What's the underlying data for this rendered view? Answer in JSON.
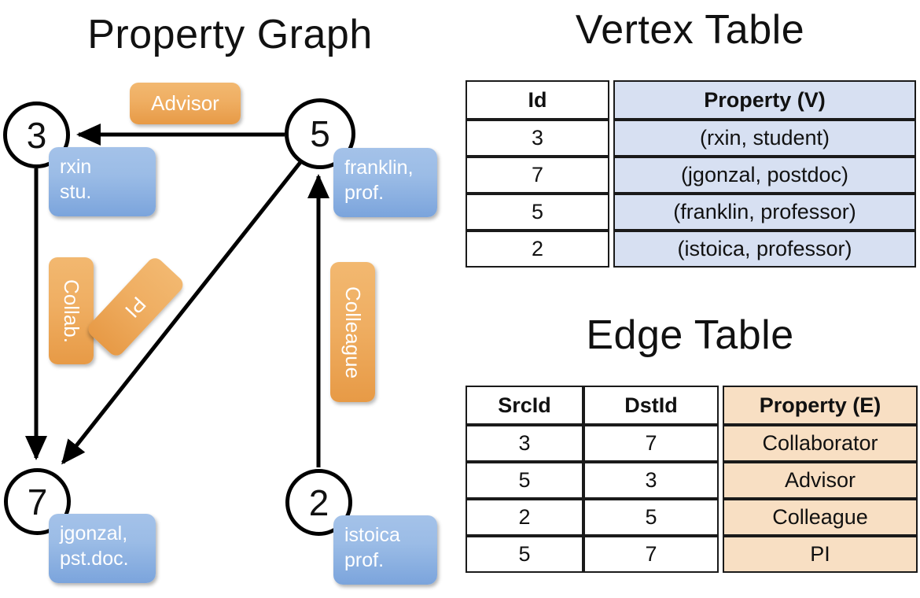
{
  "titles": {
    "property_graph": "Property Graph",
    "vertex_table": "Vertex Table",
    "edge_table": "Edge Table"
  },
  "graph": {
    "nodes": [
      {
        "id": "3",
        "property_line1": "rxin",
        "property_line2": "stu."
      },
      {
        "id": "5",
        "property_line1": "franklin,",
        "property_line2": "prof."
      },
      {
        "id": "7",
        "property_line1": "jgonzal,",
        "property_line2": "pst.doc."
      },
      {
        "id": "2",
        "property_line1": "istoica",
        "property_line2": "prof."
      }
    ],
    "edge_labels": [
      {
        "name": "advisor",
        "text": "Advisor"
      },
      {
        "name": "collab",
        "text": "Collab."
      },
      {
        "name": "pi",
        "text": "PI"
      },
      {
        "name": "colleague",
        "text": "Colleague"
      }
    ]
  },
  "vertex_table": {
    "headers": [
      "Id",
      "Property (V)"
    ],
    "rows": [
      {
        "id": "3",
        "property": "(rxin, student)"
      },
      {
        "id": "7",
        "property": "(jgonzal, postdoc)"
      },
      {
        "id": "5",
        "property": "(franklin, professor)"
      },
      {
        "id": "2",
        "property": "(istoica, professor)"
      }
    ]
  },
  "edge_table": {
    "headers": [
      "SrcId",
      "DstId",
      "Property (E)"
    ],
    "rows": [
      {
        "src": "3",
        "dst": "7",
        "property": "Collaborator"
      },
      {
        "src": "5",
        "dst": "3",
        "property": "Advisor"
      },
      {
        "src": "2",
        "dst": "5",
        "property": "Colleague"
      },
      {
        "src": "5",
        "dst": "7",
        "property": "PI"
      }
    ]
  },
  "colors": {
    "vertex_property_fill": "#d7e0f2",
    "edge_property_fill": "#f8dfc3",
    "node_box_blue": "#9bbce6",
    "edge_label_orange": "#efae62",
    "stroke": "#000000",
    "background": "#ffffff"
  }
}
